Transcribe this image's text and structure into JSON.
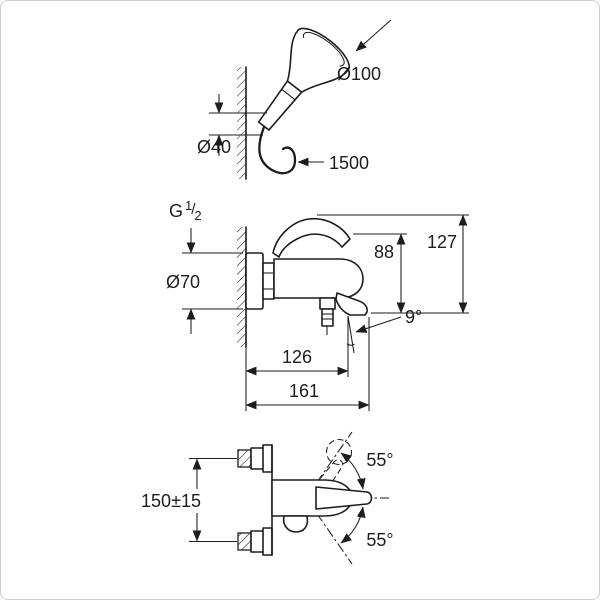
{
  "window": {
    "background": "#ffffff",
    "frame_border": "#cfcfcf"
  },
  "diagram": {
    "name": "Wall-mounted single-lever bath/shower mixer with hand shower — installation dimension drawing",
    "line_color": "#1d1d1b"
  },
  "labels": {
    "head_diameter": "Ø100",
    "grip_diameter": "Ø40",
    "hose_length": "1500",
    "thread_letter": "G",
    "thread_numerator": "1",
    "thread_slash": "/",
    "thread_denominator": "2",
    "overall_height": "127",
    "outlet_height": "88",
    "escutcheon_diameter": "Ø70",
    "spout_angle": "9°",
    "projection_inner": "126",
    "projection_overall": "161",
    "connection_distance": "150±15",
    "swivel_up": "55°",
    "swivel_down": "55°"
  }
}
